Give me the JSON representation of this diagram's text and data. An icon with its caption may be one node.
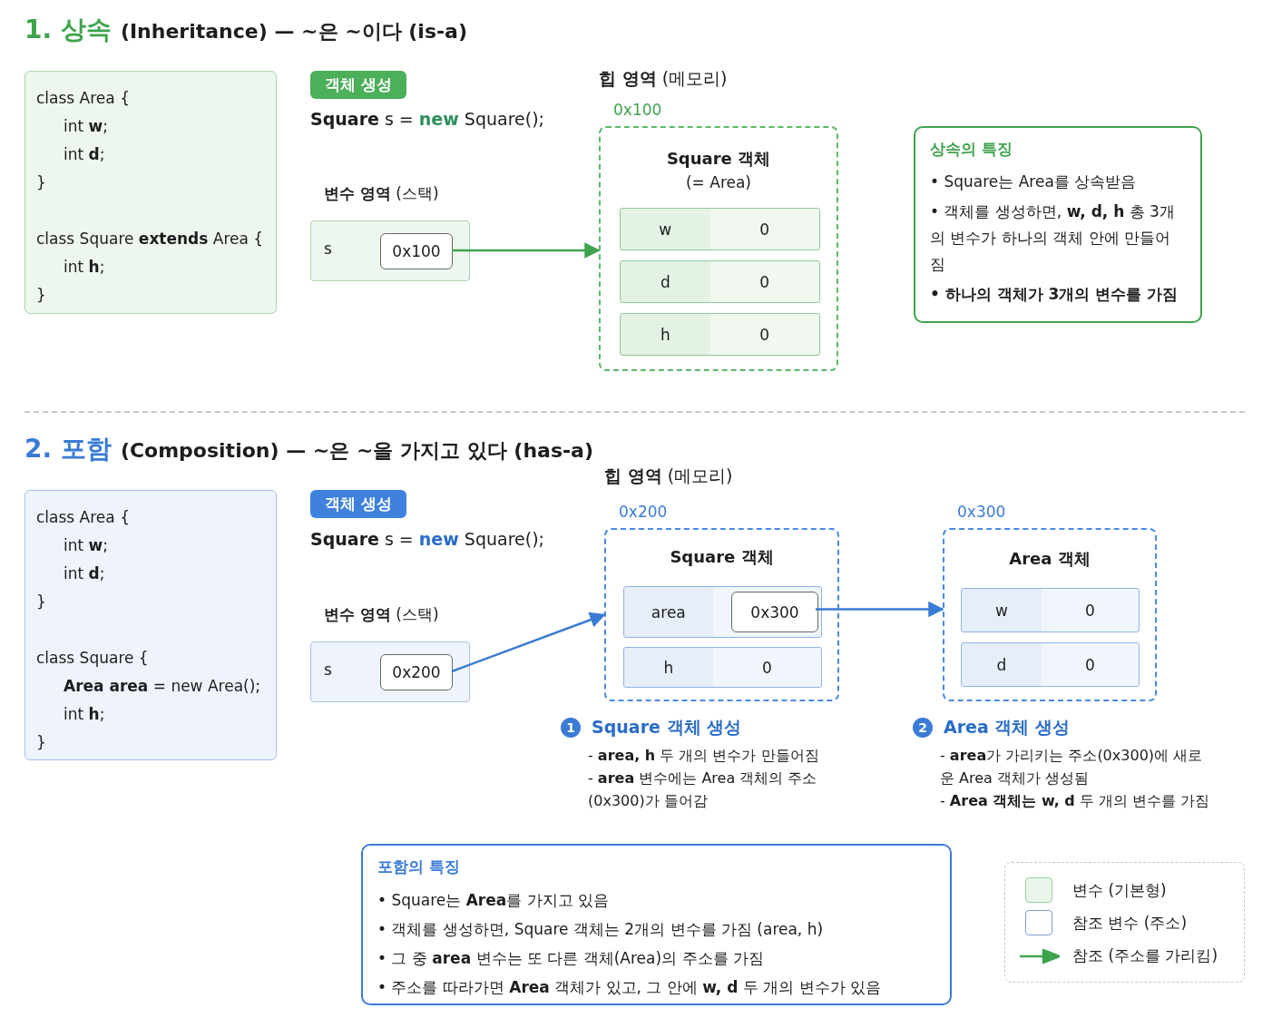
{
  "diagram": {
    "nodes": [
      {
        "text": [
          "class Area {",
          "int **w**;",
          "int **d**;",
          "}",
          "class Square **extends** Area {",
          "int **h**;",
          "}"
        ]
      },
      {
        "text": [
          "객체 생성"
        ]
      },
      {
        "text": [
          "**변수 영역** (스택)",
          "s"
        ]
      },
      {
        "text": [
          "0x100"
        ],
        "in": 2
      },
      {
        "text": [
          "0x100",
          "Square 객체",
          "(= Area)"
        ]
      },
      {
        "text": [
          "w",
          "0"
        ],
        "in": 4
      },
      {
        "text": [
          "d",
          "0"
        ],
        "in": 4
      },
      {
        "text": [
          "h",
          "0"
        ],
        "in": 4
      },
      {
        "text": [
          "상속의 특징",
          "• Square는 Area를 상속받음",
          "• 객체를 생성하면, **w, d, h** 총 3개의 변수가 하나의 객체 안에 만들어짐",
          "• 하나의 객체가 3개의 변수를 가짐"
        ]
      },
      {
        "text": [
          "class Area {",
          "int **w**;",
          "int **d**;",
          "}",
          "class Square {",
          "**Area area** = new Area();",
          "int **h**;",
          "}"
        ]
      },
      {
        "text": [
          "객체 생성"
        ]
      },
      {
        "text": [
          "**변수 영역** (스택)",
          "s"
        ]
      },
      {
        "text": [
          "0x200"
        ],
        "in": 11
      },
      {
        "text": [
          "0x200",
          "Square 객체"
        ],
        "beside": [
          "1",
          "Square 객체 생성",
          "- **area, h** 두 개의 변수가 만들어짐",
          "- **area** 변수에는 Area 객체의 주소(0x300)가 들어감"
        ]
      },
      {
        "text": [
          "area"
        ],
        "in": 13
      },
      {
        "text": [
          "0x300"
        ],
        "in": 14
      },
      {
        "text": [
          "h",
          "0"
        ],
        "in": 13
      },
      {
        "text": [
          "0x300",
          "Area 객체"
        ],
        "beside": [
          "2",
          "Area 객체 생성",
          "- **area**가 가리키는 주소(0x300)에 새로운 Area 객체가 생성됨",
          "- **Area 객체는 w, d** 두 개의 변수를 가짐"
        ]
      },
      {
        "text": [
          "w",
          "0"
        ],
        "in": 17
      },
      {
        "text": [
          "d",
          "0"
        ],
        "in": 17
      },
      {
        "text": [
          "포함의 특징",
          "• Square는 **Area**를 가지고 있음",
          "• 객체를 생성하면, Square 객체는 2개의 변수를 가짐 (area, h)",
          "• 그 중 **area** 변수는 또 다른 객체(Area)의 주소를 가짐",
          "• 주소를 따라가면 **Area** 객체가 있고, 그 안에 **w, d** 두 개의 변수가 있음"
        ]
      }
    ],
    "edges": [
      {
        "from": 3,
        "to": 4,
        "arrow": "to",
        "color": "#3fa34d"
      },
      {
        "from": 12,
        "to": 13,
        "arrow": "to",
        "color": "#3a7bd5"
      },
      {
        "from": 15,
        "to": 17,
        "arrow": "to",
        "color": "#3a7bd5"
      }
    ],
    "labels": [
      "1. 상속",
      "(Inheritance) — ~은 ~이다 (is-a)",
      "**Square** s = **new** Square();",
      "**힙 영역** (메모리)",
      "2. 포함",
      "(Composition) — ~은 ~을 가지고 있다 (has-a)",
      "**Square** s = **new** Square();",
      "**힙 영역** (메모리)"
    ],
    "legend": [
      {
        "text": "변수 (기본형)",
        "color": "#e9f5ea"
      },
      {
        "text": "참조 변수 (주소)"
      },
      {
        "text": "참조 (주소를 가리킴)"
      }
    ]
  }
}
